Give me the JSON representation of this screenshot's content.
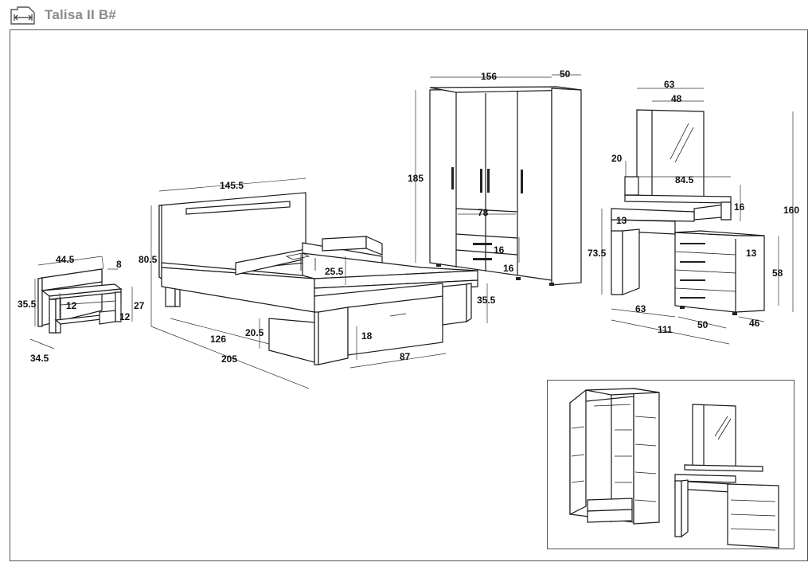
{
  "header": {
    "title": "Talisa II B#",
    "icon": "width-arrows-icon"
  },
  "dimensions": {
    "nightstand": {
      "width": "44.5",
      "top_thickness": "8",
      "height": "35.5",
      "shelf_gap": "12",
      "side_height": "27",
      "leg_gap": "12",
      "depth": "34.5"
    },
    "bed": {
      "width": "145.5",
      "headboard_height": "80.5",
      "footboard_height": "25.5",
      "inner_width": "126",
      "drawer_clearance": "20.5",
      "length": "205",
      "drawer_height": "18",
      "drawer_width": "87",
      "side_height": "35.5"
    },
    "wardrobe": {
      "width": "156",
      "depth": "50",
      "height": "185",
      "door_width": "78",
      "drawer1_height": "16",
      "drawer2_height": "16"
    },
    "vanity": {
      "mirror_width": "63",
      "mirror_inner": "48",
      "shelf_offset": "20",
      "shelf_width": "84.5",
      "shelf_height": "16",
      "drawer_height": "13",
      "drawer_height_right": "13",
      "desk_height": "73.5",
      "total_height": "160",
      "chest_height": "58",
      "desk_left": "63",
      "chest_width": "50",
      "total_width": "111",
      "chest_depth": "46"
    }
  }
}
